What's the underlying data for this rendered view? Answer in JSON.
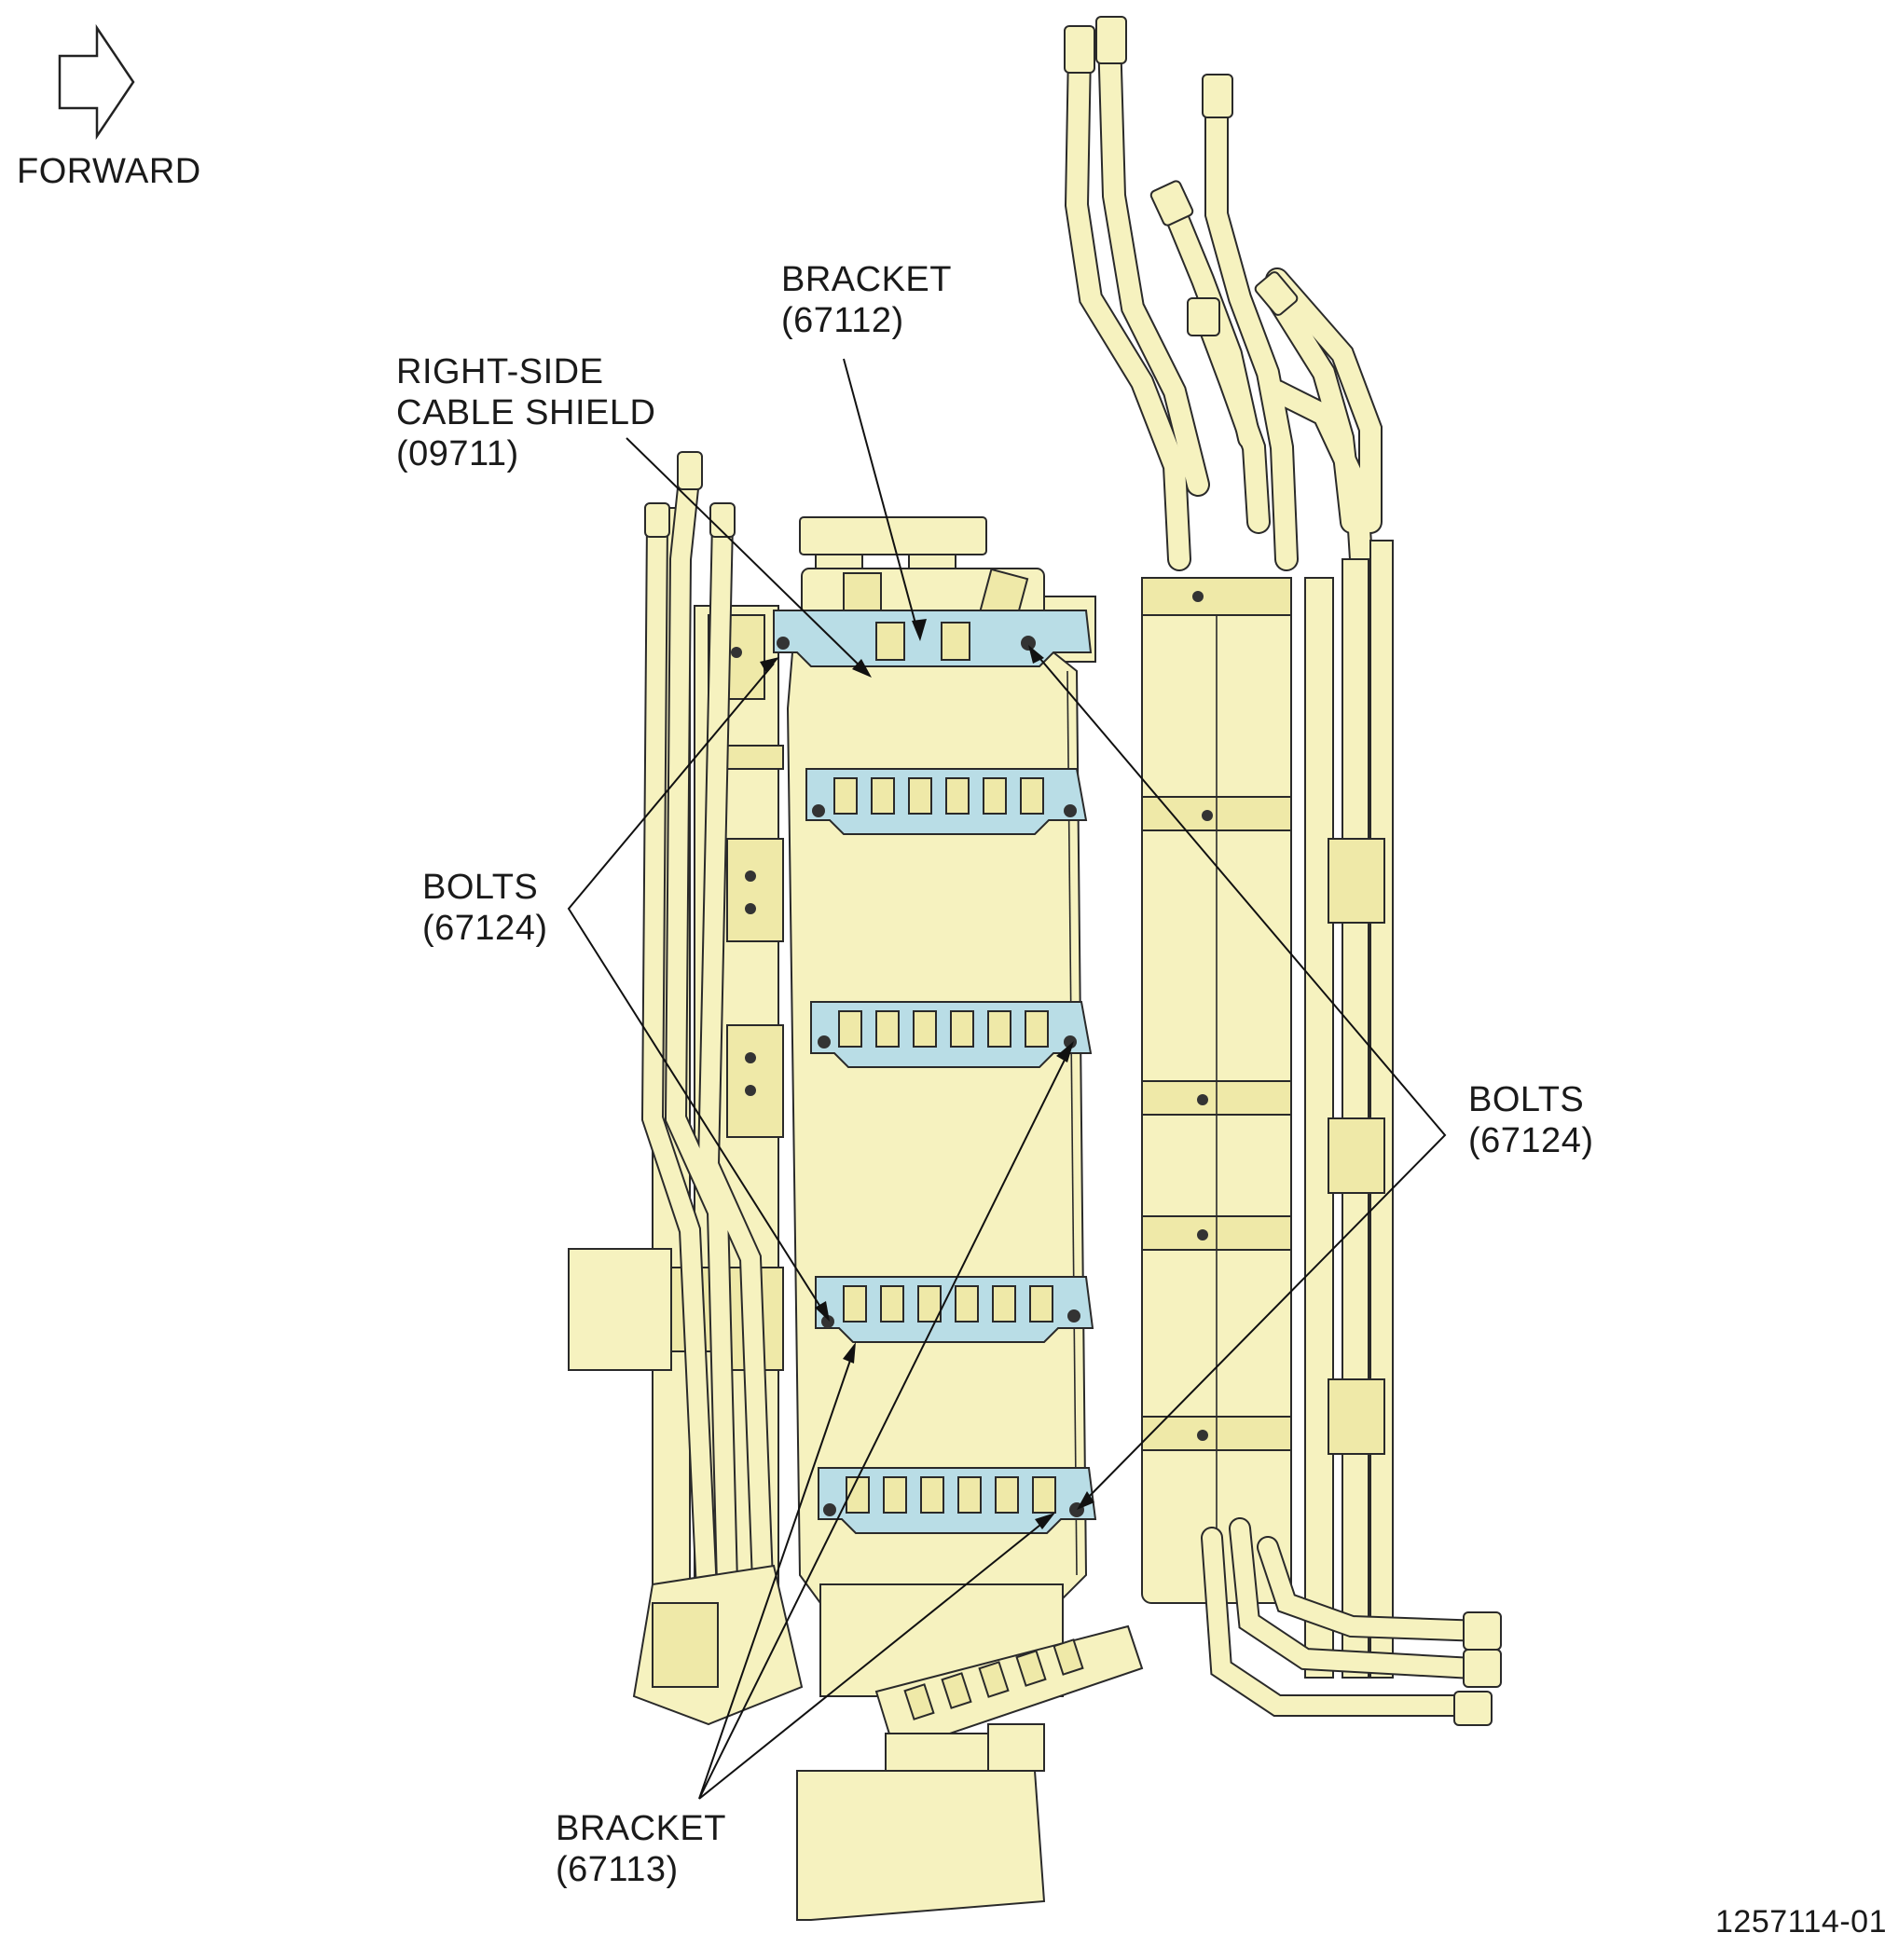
{
  "orientation": {
    "label": "FORWARD",
    "icon": "arrow-right-outline-icon"
  },
  "callouts": {
    "cable_shield": {
      "line1": "RIGHT-SIDE",
      "line2": "CABLE SHIELD",
      "line3": "(09711)"
    },
    "bracket_top": {
      "line1": "BRACKET",
      "line2": "(67112)"
    },
    "bolts_left": {
      "line1": "BOLTS",
      "line2": "(67124)"
    },
    "bolts_right": {
      "line1": "BOLTS",
      "line2": "(67124)"
    },
    "bracket_bottom": {
      "line1": "BRACKET",
      "line2": "(67113)"
    }
  },
  "figure_id": "1257114-01",
  "colors": {
    "part_fill": "#f6f2bf",
    "highlight_fill": "#b9dde6",
    "outline": "#2a2a2a"
  }
}
